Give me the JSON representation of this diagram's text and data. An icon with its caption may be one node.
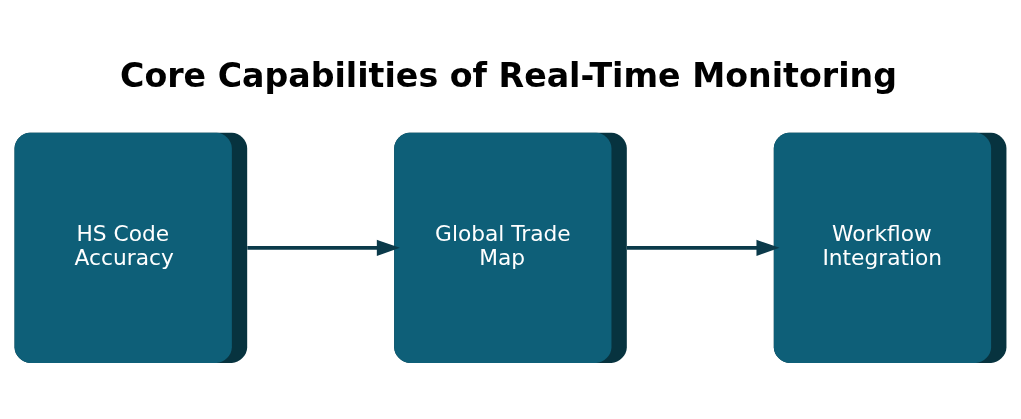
{
  "diagram": {
    "title": "Core Capabilities of Real-Time Monitoring",
    "nodes": [
      {
        "text": [
          "HS Code Accuracy"
        ]
      },
      {
        "text": [
          "Global Trade Map"
        ]
      },
      {
        "text": [
          "Workflow Integration"
        ]
      }
    ],
    "edges": [
      {
        "from": 0,
        "to": 1,
        "arrow": "to"
      },
      {
        "from": 1,
        "to": 2,
        "arrow": "to"
      }
    ]
  }
}
